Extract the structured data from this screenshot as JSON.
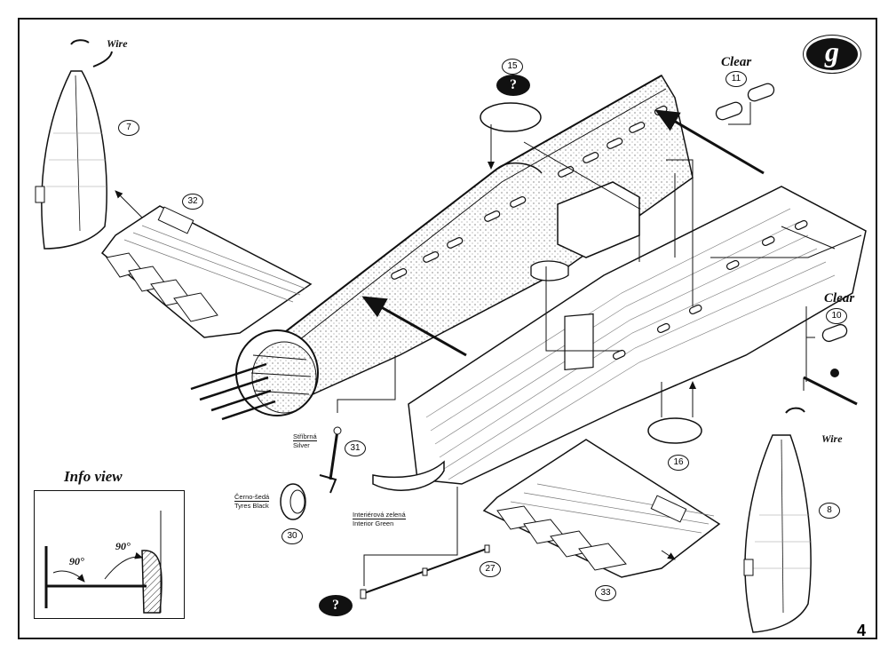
{
  "page": {
    "badge": "g",
    "page_number": "4"
  },
  "labels": {
    "wire_top": "Wire",
    "wire_right": "Wire",
    "clear_top": "Clear",
    "clear_right": "Clear"
  },
  "part_numbers": {
    "p7": "7",
    "p32": "32",
    "p15": "15",
    "p11": "11",
    "p10": "10",
    "p16": "16",
    "p31": "31",
    "p30": "30",
    "p27": "27",
    "p33": "33",
    "p8": "8"
  },
  "question_mark": "?",
  "colour_callouts": {
    "silver_cz": "Stříbrná",
    "silver_en": "Silver",
    "tyres_cz": "Černo-šedá",
    "tyres_en": "Tyres Black",
    "interior_cz": "Interiérová zelená",
    "interior_en": "Interior Green"
  },
  "info_view": {
    "title": "Info view",
    "angle_left": "90°",
    "angle_right": "90°"
  }
}
